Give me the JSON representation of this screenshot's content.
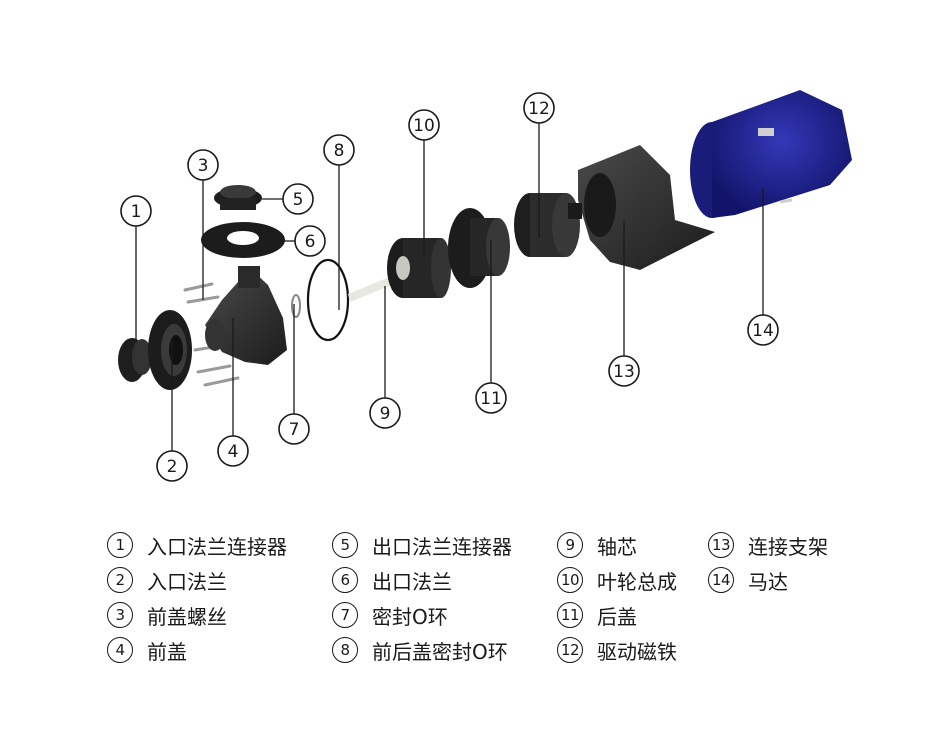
{
  "colors": {
    "part_dark": "#262626",
    "part_mid": "#3a3a3a",
    "part_light": "#555555",
    "motor_blue": "#1c1e8c",
    "motor_blue_light": "#3438b8",
    "line": "#1a1a1a"
  },
  "parts": [
    {
      "num": "1",
      "label": "入口法兰连接器"
    },
    {
      "num": "2",
      "label": "入口法兰"
    },
    {
      "num": "3",
      "label": "前盖螺丝"
    },
    {
      "num": "4",
      "label": "前盖"
    },
    {
      "num": "5",
      "label": "出口法兰连接器"
    },
    {
      "num": "6",
      "label": "出口法兰"
    },
    {
      "num": "7",
      "label": "密封O环"
    },
    {
      "num": "8",
      "label": "前后盖密封O环"
    },
    {
      "num": "9",
      "label": "轴芯"
    },
    {
      "num": "10",
      "label": "叶轮总成"
    },
    {
      "num": "11",
      "label": "后盖"
    },
    {
      "num": "12",
      "label": "驱动磁铁"
    },
    {
      "num": "13",
      "label": "连接支架"
    },
    {
      "num": "14",
      "label": "马达"
    }
  ]
}
